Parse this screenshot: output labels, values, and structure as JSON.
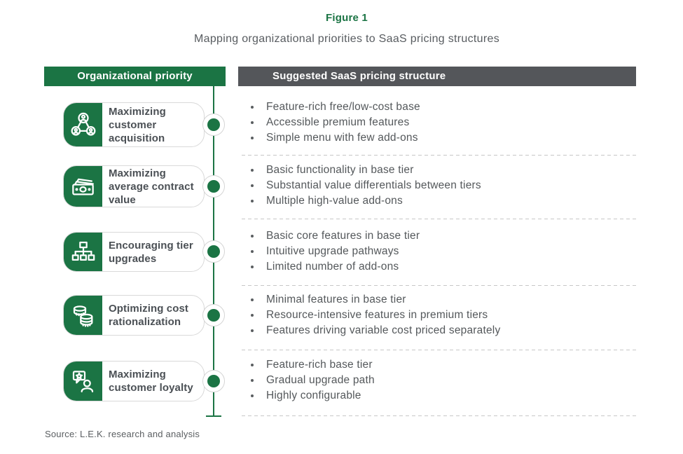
{
  "figure": {
    "label": "Figure 1",
    "subtitle": "Mapping organizational priorities to SaaS pricing structures"
  },
  "headers": {
    "left": "Organizational priority",
    "right": "Suggested SaaS pricing structure"
  },
  "rows": [
    {
      "priority": "Maximizing customer acquisition",
      "icon": "people-network-icon",
      "bullets": [
        "Feature-rich free/low-cost base",
        "Accessible premium features",
        "Simple menu with few add-ons"
      ]
    },
    {
      "priority": "Maximizing average contract value",
      "icon": "banknotes-icon",
      "bullets": [
        "Basic functionality in base tier",
        "Substantial value differentials between tiers",
        "Multiple high-value add-ons"
      ]
    },
    {
      "priority": "Encouraging tier upgrades",
      "icon": "tier-hierarchy-icon",
      "bullets": [
        "Basic core features in base tier",
        "Intuitive upgrade pathways",
        "Limited number of add-ons"
      ]
    },
    {
      "priority": "Optimizing cost rationalization",
      "icon": "coin-stacks-icon",
      "bullets": [
        "Minimal features in base tier",
        "Resource-intensive features in premium tiers",
        "Features driving variable cost priced separately"
      ]
    },
    {
      "priority": "Maximizing customer loyalty",
      "icon": "customer-feedback-icon",
      "bullets": [
        "Feature-rich base tier",
        "Gradual upgrade path",
        "Highly configurable"
      ]
    }
  ],
  "source": "Source: L.E.K. research and analysis",
  "colors": {
    "green": "#1b7444",
    "header_gray": "#54565a",
    "body_text": "#54585b",
    "pill_border": "#d9d9d9",
    "dashed_separator": "#c7c7c7"
  }
}
